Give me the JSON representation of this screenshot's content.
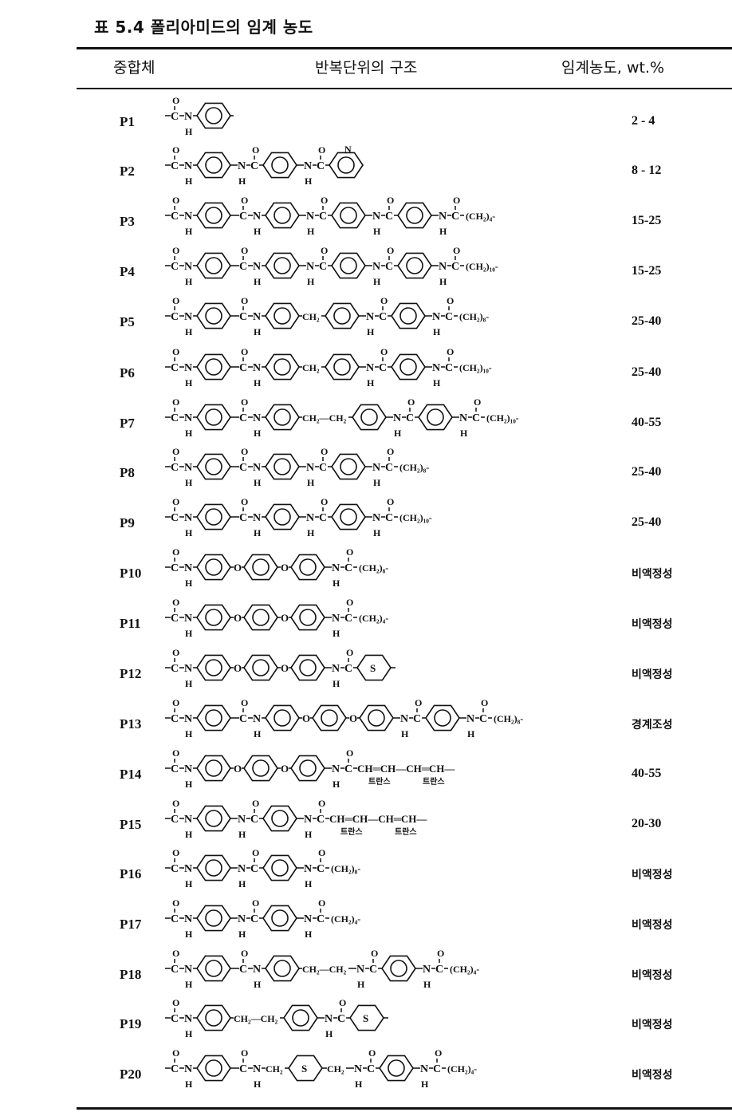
{
  "table": {
    "caption": "표 5.4 폴리아미드의 임계 농도",
    "headers": {
      "polymer": "중합체",
      "structure": "반복단위의 구조",
      "concentration": "임계농도, wt.%"
    },
    "rows": [
      {
        "code": "P1",
        "concentration": "2 - 4",
        "tail": ""
      },
      {
        "code": "P2",
        "concentration": "8 - 12",
        "tail": ""
      },
      {
        "code": "P3",
        "concentration": "15-25",
        "tail": "(CH₂)₄-"
      },
      {
        "code": "P4",
        "concentration": "15-25",
        "tail": "(CH₂)₁₀-"
      },
      {
        "code": "P5",
        "concentration": "25-40",
        "tail": "(CH₂)₈-"
      },
      {
        "code": "P6",
        "concentration": "25-40",
        "tail": "(CH₂)₁₀-"
      },
      {
        "code": "P7",
        "concentration": "40-55",
        "tail": "(CH₂)₁₀-"
      },
      {
        "code": "P8",
        "concentration": "25-40",
        "tail": "(CH₂)₈-"
      },
      {
        "code": "P9",
        "concentration": "25-40",
        "tail": "(CH₂)₁₀-"
      },
      {
        "code": "P10",
        "concentration": "비액정성",
        "tail": "(CH₂)₈-"
      },
      {
        "code": "P11",
        "concentration": "비액정성",
        "tail": "(CH₂)₄-"
      },
      {
        "code": "P12",
        "concentration": "비액정성",
        "tail": ""
      },
      {
        "code": "P13",
        "concentration": "경계조성",
        "tail": "(CH₂)₈-"
      },
      {
        "code": "P14",
        "concentration": "40-55",
        "tail": ""
      },
      {
        "code": "P15",
        "concentration": "20-30",
        "tail": ""
      },
      {
        "code": "P16",
        "concentration": "비액정성",
        "tail": "(CH₂)₈-"
      },
      {
        "code": "P17",
        "concentration": "비액정성",
        "tail": "(CH₂)₄-"
      },
      {
        "code": "P18",
        "concentration": "비액정성",
        "tail": "(CH₂)₄-"
      },
      {
        "code": "P19",
        "concentration": "비액정성",
        "tail": ""
      },
      {
        "code": "P20",
        "concentration": "비액정성",
        "tail": "(CH₂)₄-"
      }
    ],
    "structure_labels": {
      "trans": "트란스",
      "trans_dash": "트란스"
    }
  }
}
